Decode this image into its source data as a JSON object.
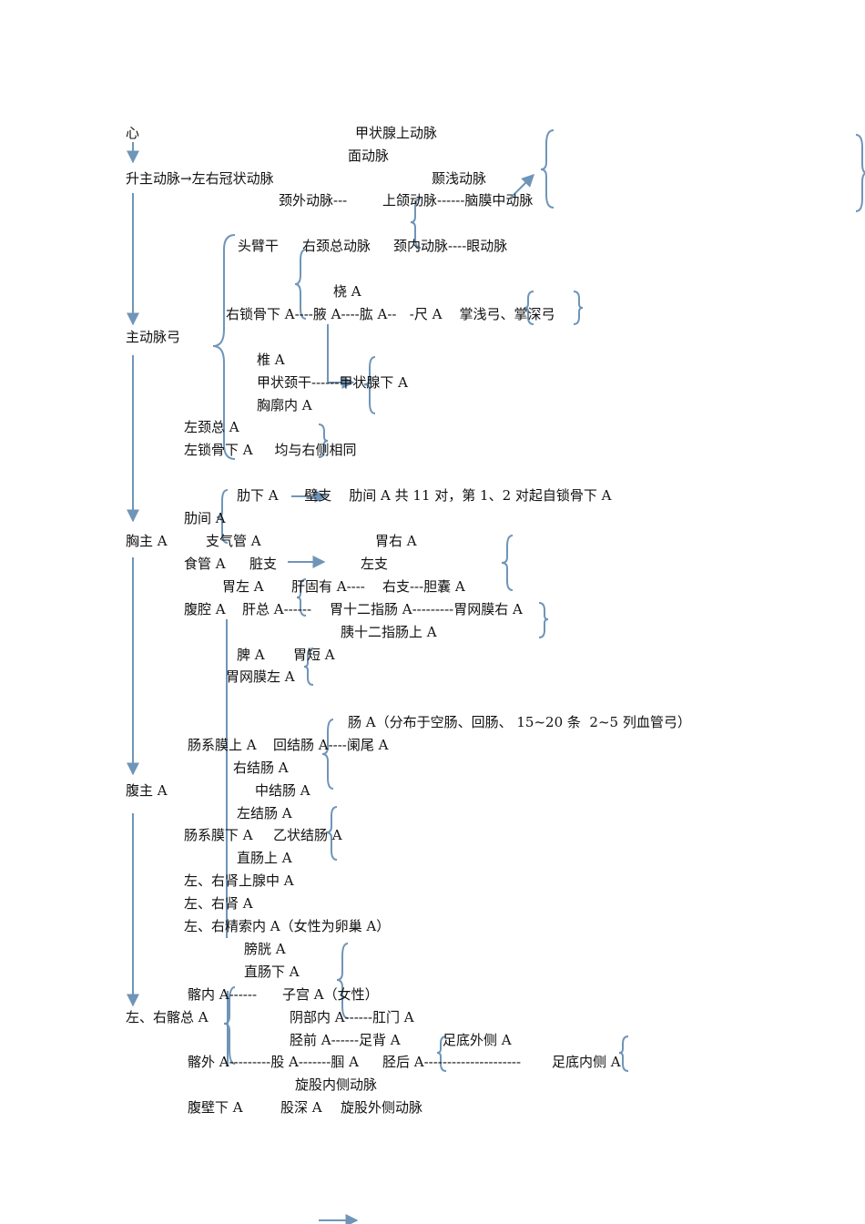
{
  "colors": {
    "text": "#111111",
    "line": "#6f95b8"
  },
  "labels": {
    "heart": "心",
    "ascending": "升主动脉→左右冠状动脉",
    "sup_thyroid": "甲状腺上动脉",
    "facial": "面动脉",
    "sup_temporal": "颞浅动脉",
    "ext_carotid": "颈外动脉---",
    "maxillary": "上颌动脉------脑膜中动脉",
    "brachiocephalic": "头臂干",
    "r_common_carotid": "右颈总动脉",
    "int_carotid": "颈内动脉----眼动脉",
    "radial": "桡 A",
    "r_subclavian": "右锁骨下 A----腋 A----肱 A--   -尺 A    掌浅弓、掌深弓",
    "aortic_arch": "主动脉弓",
    "vertebral": "椎 A",
    "thyrocervical": "甲状颈干------甲状腺下 A",
    "int_thoracic": "胸廓内 A",
    "l_common_carotid": "左颈总 A",
    "l_subclavian": "左锁骨下 A     均与右侧相同",
    "subcostal": "肋下 A      壁支    肋间 A 共 11 对，第 1、2 对起自锁骨下 A",
    "intercostal": "肋间 A",
    "thoracic_aorta": "胸主 A",
    "bronchial": "支气管 A",
    "r_gastric": "胃右 A",
    "esophageal": "食管 A",
    "visceral": "脏支",
    "left_branch": "左支",
    "l_gastric": "胃左 A",
    "proper_hepatic": "肝固有 A----    右支---胆囊 A",
    "celiac": "腹腔 A",
    "common_hepatic": "肝总 A------",
    "gastroduodenal": "胃十二指肠 A---------胃网膜右 A",
    "sup_pancreaticoduodenal": "胰十二指肠上 A",
    "splenic": "脾 A",
    "short_gastric": "胃短 A",
    "l_gastroepiploic": "胃网膜左 A",
    "intestinal": "肠 A（分布于空肠、回肠、 15~20 条  2~5 列血管弓）",
    "sup_mesenteric": "肠系膜上 A",
    "ileocolic": "回结肠 A----阑尾 A",
    "r_colic": "右结肠 A",
    "abdominal_aorta": "腹主 A",
    "middle_colic": "中结肠 A",
    "l_colic": "左结肠 A",
    "inf_mesenteric": "肠系膜下 A",
    "sigmoid": "乙状结肠 A",
    "sup_rectal": "直肠上 A",
    "mid_adrenal": "左、右肾上腺中 A",
    "renal": "左、右肾 A",
    "testicular": "左、右精索内 A（女性为卵巢 A）",
    "vesical": "膀胱 A",
    "inf_rectal": "直肠下 A",
    "int_iliac": "髂内 A------",
    "uterine": "子宫 A（女性）",
    "common_iliac": "左、右髂总 A",
    "int_pudendal": "阴部内 A------肛门 A",
    "ant_tibial": "胫前 A------足背 A",
    "lat_plantar": "足底外侧 A",
    "ext_iliac": "髂外 A---------股 A-------腘 A",
    "post_tibial": "胫后 A---------------------",
    "med_plantar": "足底内侧 A",
    "med_circumflex": "旋股内侧动脉",
    "inf_epigastric": "腹壁下 A",
    "deep_femoral": "股深 A",
    "lat_circumflex": "旋股外侧动脉"
  }
}
